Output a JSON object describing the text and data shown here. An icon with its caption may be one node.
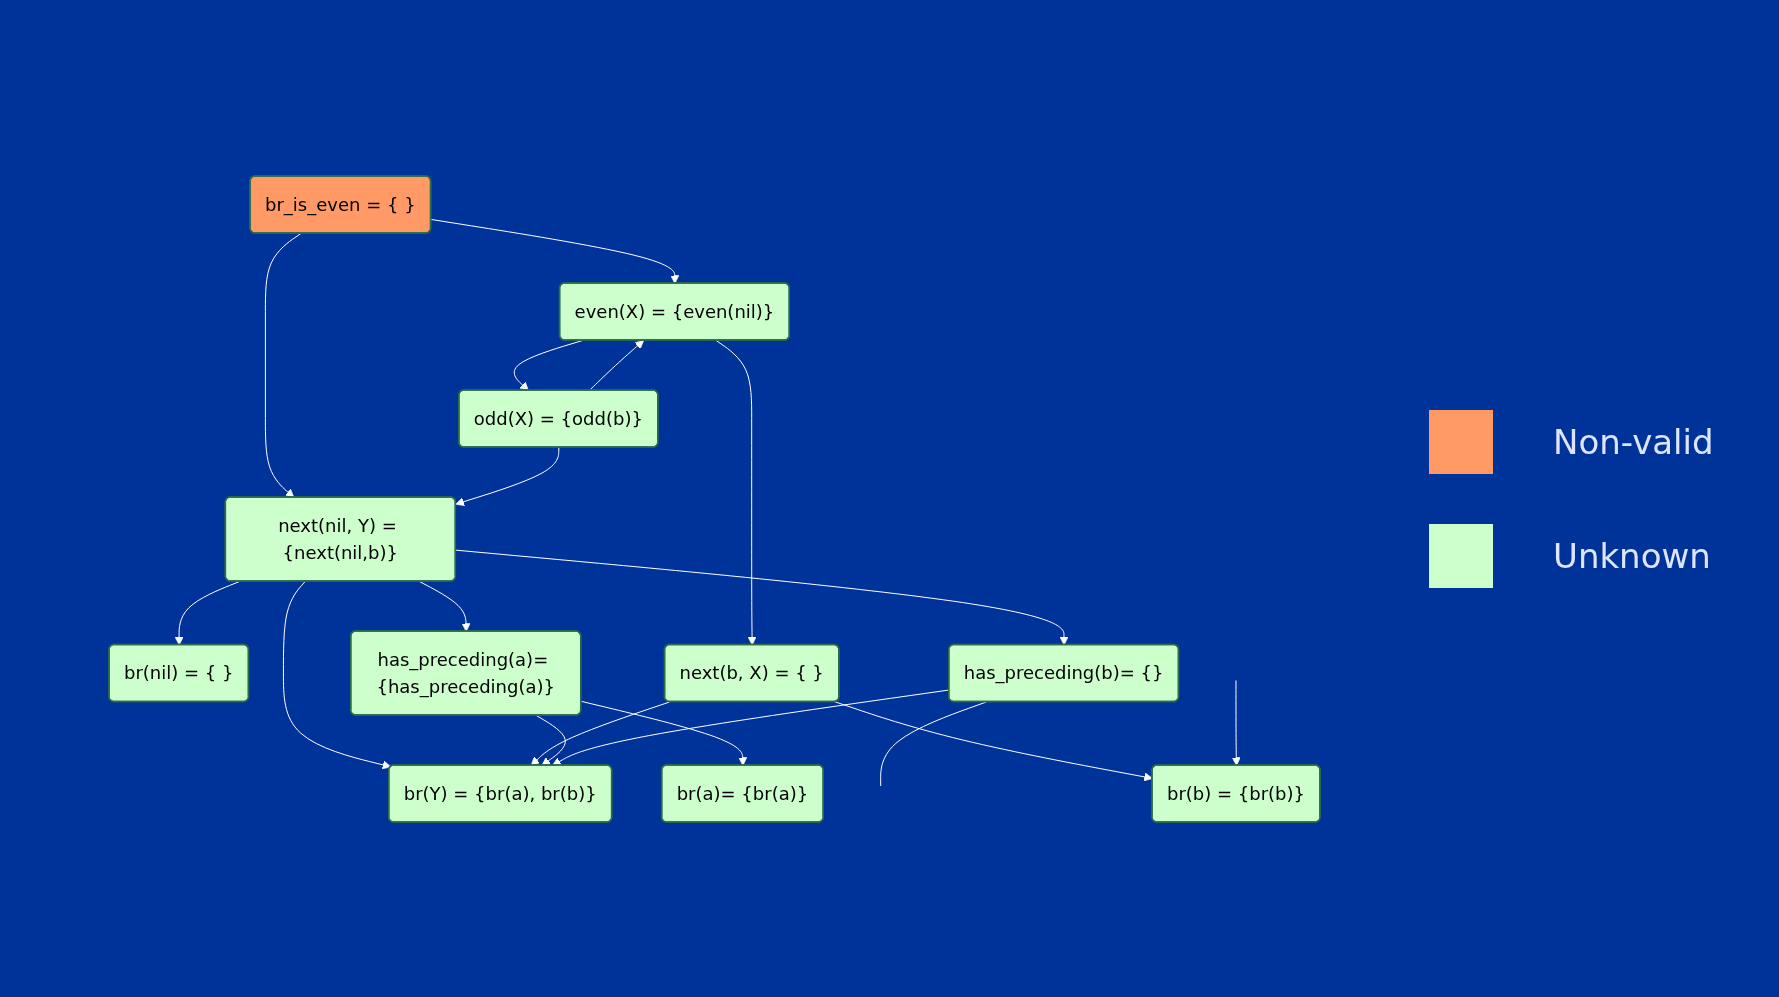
{
  "diagram": {
    "nodes": [
      {
        "text": [
          "br_is_even = { }"
        ]
      },
      {
        "text": [
          "even(X) = {even(nil)}"
        ]
      },
      {
        "text": [
          "next(nil, Y) = {next(nil,b)}"
        ]
      },
      {
        "text": [
          "br(nil) = { }"
        ]
      },
      {
        "text": [
          "odd(X) = {odd(b)}"
        ]
      },
      {
        "text": [
          "next(b, X) = { }"
        ]
      },
      {
        "text": [
          "br(Y) = {br(a), br(b)}"
        ]
      },
      {
        "text": [
          "has_preceding(a)= {has_preceding(a)}"
        ]
      },
      {
        "text": [
          "br(b) = {br(b)}"
        ]
      },
      {
        "text": [
          "br(a)= {br(a)}"
        ]
      },
      {
        "text": [
          "has_preceding(b)= {}"
        ]
      }
    ],
    "edges": [
      {
        "from": 0,
        "to": 1,
        "arrow": "to"
      },
      {
        "from": 0,
        "to": 2,
        "arrow": "to"
      },
      {
        "from": 1,
        "to": 4,
        "arrow": "to"
      },
      {
        "from": 1,
        "to": 5,
        "arrow": "to"
      },
      {
        "from": 4,
        "to": 1,
        "arrow": "to"
      },
      {
        "from": 4,
        "to": 2,
        "arrow": "to"
      },
      {
        "from": 2,
        "to": 3,
        "arrow": "to"
      },
      {
        "from": 2,
        "to": 6,
        "arrow": "to"
      },
      {
        "from": 2,
        "to": 7,
        "arrow": "to"
      },
      {
        "from": 2,
        "to": 10,
        "arrow": "to"
      },
      {
        "from": 5,
        "to": 6,
        "arrow": "to"
      },
      {
        "from": 5,
        "to": 8,
        "arrow": "to"
      },
      {
        "from": 7,
        "to": 6,
        "arrow": "to"
      },
      {
        "from": 7,
        "to": 9,
        "arrow": "to"
      },
      {
        "from": 10,
        "to": 6,
        "arrow": "to"
      },
      {
        "from": null,
        "to": 8,
        "arrow": "to"
      },
      {
        "from": 10,
        "to": null,
        "arrow": "none"
      }
    ],
    "legend": [
      {
        "text": "Non-valid",
        "color": "#ff9966"
      },
      {
        "text": "Unknown",
        "color": "#ccffcc"
      }
    ]
  }
}
